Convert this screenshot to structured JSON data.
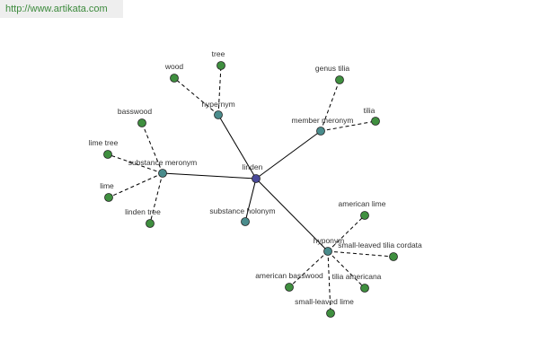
{
  "watermark": "http://www.artikata.com",
  "graph": {
    "root": {
      "id": "linden",
      "label": "linden"
    },
    "relations": [
      {
        "id": "hypernym",
        "label": "hypernym",
        "leaves": [
          {
            "id": "wood",
            "label": "wood"
          },
          {
            "id": "tree",
            "label": "tree"
          }
        ]
      },
      {
        "id": "member-meronym",
        "label": "member meronym",
        "leaves": [
          {
            "id": "genus-tilia",
            "label": "genus tilia"
          },
          {
            "id": "tilia",
            "label": "tilia"
          }
        ]
      },
      {
        "id": "substance-meronym",
        "label": "substance meronym",
        "leaves": [
          {
            "id": "basswood",
            "label": "basswood"
          },
          {
            "id": "lime-tree",
            "label": "lime tree"
          },
          {
            "id": "lime",
            "label": "lime"
          },
          {
            "id": "linden-tree",
            "label": "linden tree"
          }
        ]
      },
      {
        "id": "substance-holonym",
        "label": "substance holonym",
        "leaves": []
      },
      {
        "id": "hyponym",
        "label": "hyponym",
        "leaves": [
          {
            "id": "american-lime",
            "label": "american lime"
          },
          {
            "id": "small-leaved-tilia-cordata",
            "label": "small-leaved tilia cordata"
          },
          {
            "id": "tilia-americana",
            "label": "tilia americana"
          },
          {
            "id": "american-basswood",
            "label": "american basswood"
          },
          {
            "id": "small-leaved-lime",
            "label": "small-leaved lime"
          }
        ]
      }
    ]
  }
}
